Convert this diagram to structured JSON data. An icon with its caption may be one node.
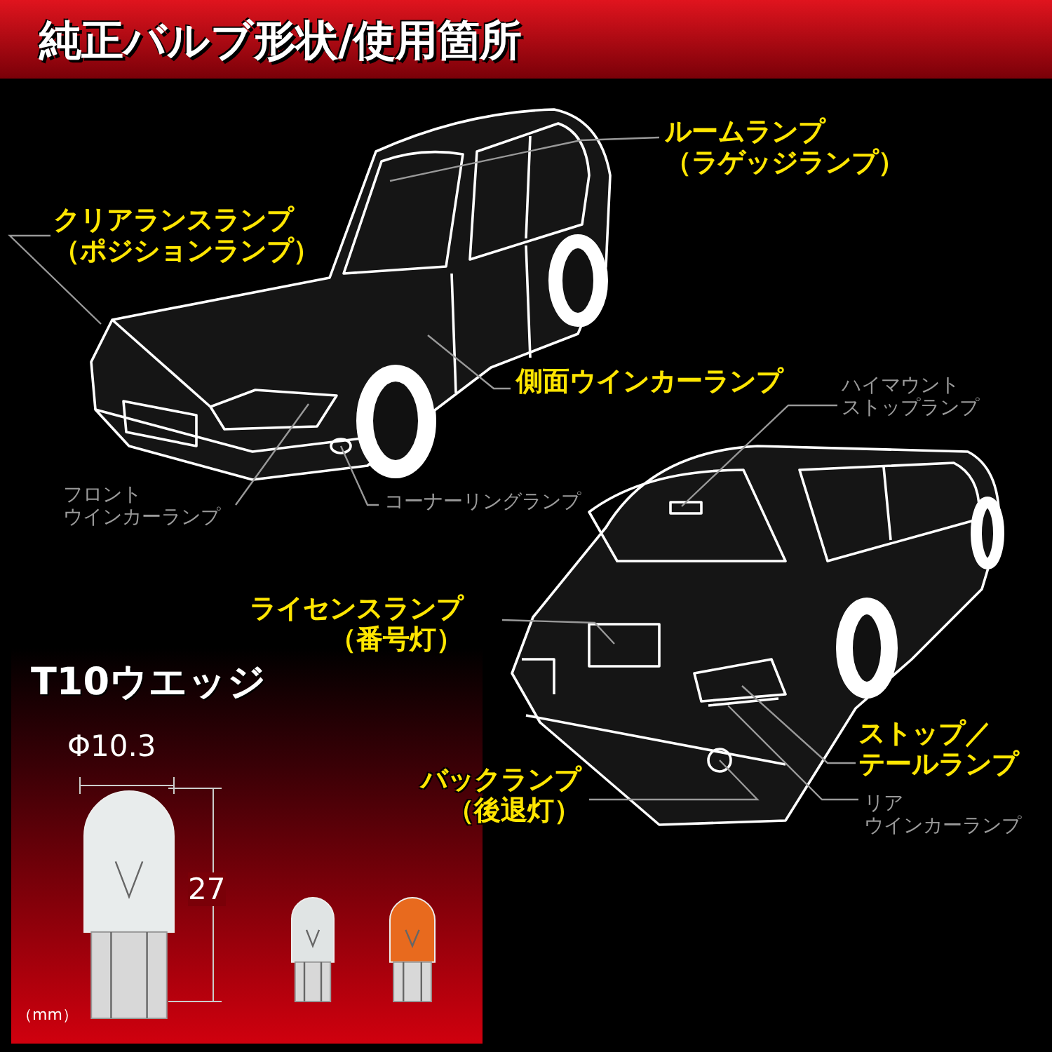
{
  "diagram": {
    "title": "純正バルブ形状/使用箇所",
    "nodes": [
      {
        "text": [
          "クリアランスランプ（ポジションランプ）"
        ]
      },
      {
        "text": [
          "ルームランプ（ラゲッジランプ）"
        ]
      },
      {
        "text": [
          "側面ウインカーランプ"
        ]
      },
      {
        "text": [
          "フロントウインカーランプ"
        ]
      },
      {
        "text": [
          "コーナーリングランプ"
        ]
      },
      {
        "text": [
          "ハイマウントストップランプ"
        ]
      },
      {
        "text": [
          "ライセンスランプ（番号灯）"
        ]
      },
      {
        "text": [
          "ストップ／テールランプ"
        ]
      },
      {
        "text": [
          "バックランプ（後退灯）"
        ]
      },
      {
        "text": [
          "リアウインカーランプ"
        ]
      },
      {
        "text": [
          "T10ウエッジ"
        ]
      }
    ],
    "edges": [
      {
        "from": 0,
        "to": null,
        "arrow": "none"
      },
      {
        "from": 1,
        "to": null,
        "arrow": "none"
      },
      {
        "from": 2,
        "to": null,
        "arrow": "none"
      },
      {
        "from": 3,
        "to": null,
        "arrow": "none"
      },
      {
        "from": 4,
        "to": null,
        "arrow": "none"
      },
      {
        "from": 5,
        "to": null,
        "arrow": "none"
      },
      {
        "from": 6,
        "to": null,
        "arrow": "none"
      },
      {
        "from": 7,
        "to": null,
        "arrow": "none"
      },
      {
        "from": 8,
        "to": null,
        "arrow": "none"
      },
      {
        "from": 9,
        "to": null,
        "arrow": "none"
      }
    ],
    "labels": [
      "Φ10.3",
      "27",
      "（mm）"
    ]
  }
}
